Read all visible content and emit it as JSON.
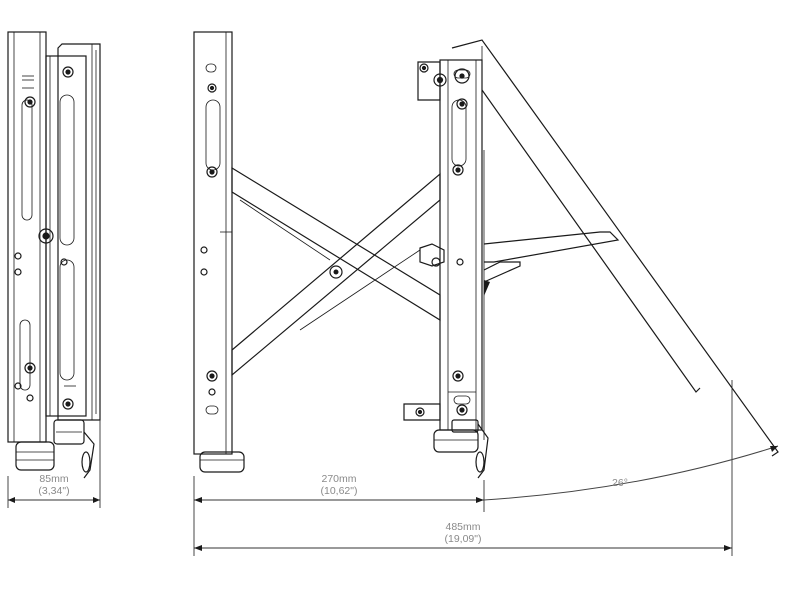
{
  "dimensions": {
    "depth_side": {
      "metric": "85mm",
      "imperial": "(3,34\")"
    },
    "bracket_depth": {
      "metric": "270mm",
      "imperial": "(10,62\")"
    },
    "extended_depth": {
      "metric": "485mm",
      "imperial": "(19,09\")"
    },
    "tilt_angle": "26°"
  },
  "colors": {
    "line": "#1a1a1a",
    "dimension_text": "#8a8a8a",
    "background": "#ffffff"
  }
}
